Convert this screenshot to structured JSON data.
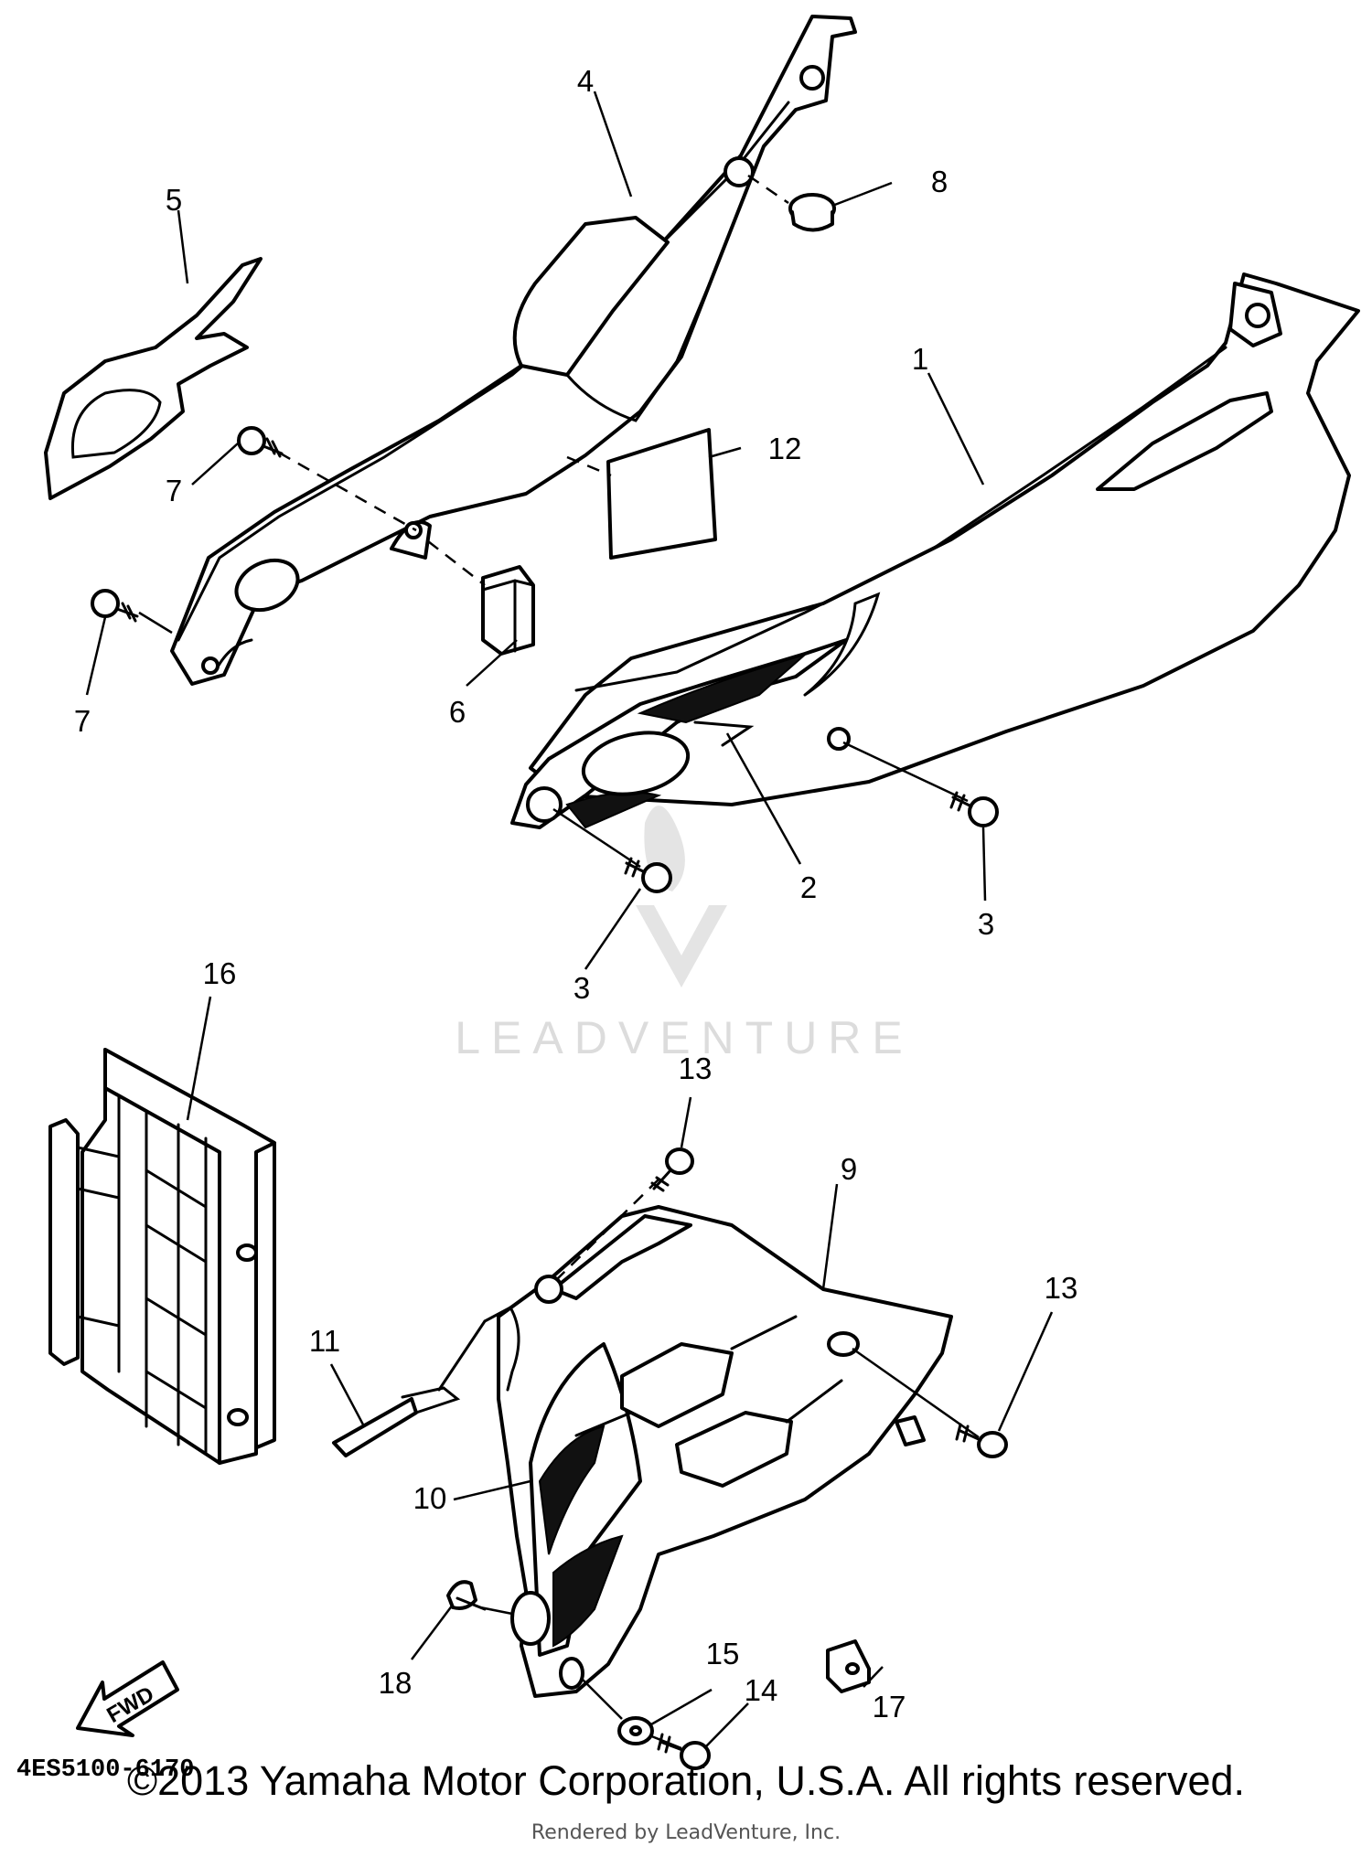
{
  "callouts": [
    {
      "id": "1",
      "label": "1"
    },
    {
      "id": "2",
      "label": "2"
    },
    {
      "id": "3a",
      "label": "3"
    },
    {
      "id": "3b",
      "label": "3"
    },
    {
      "id": "4",
      "label": "4"
    },
    {
      "id": "5",
      "label": "5"
    },
    {
      "id": "6",
      "label": "6"
    },
    {
      "id": "7a",
      "label": "7"
    },
    {
      "id": "7b",
      "label": "7"
    },
    {
      "id": "8",
      "label": "8"
    },
    {
      "id": "9",
      "label": "9"
    },
    {
      "id": "10",
      "label": "10"
    },
    {
      "id": "11",
      "label": "11"
    },
    {
      "id": "12",
      "label": "12"
    },
    {
      "id": "13a",
      "label": "13"
    },
    {
      "id": "13b",
      "label": "13"
    },
    {
      "id": "14",
      "label": "14"
    },
    {
      "id": "15",
      "label": "15"
    },
    {
      "id": "16",
      "label": "16"
    },
    {
      "id": "17",
      "label": "17"
    },
    {
      "id": "18",
      "label": "18"
    }
  ],
  "direction_marker": "FWD",
  "diagram_code": "4ES5100-6170",
  "watermark": "LEADVENTURE",
  "copyright": "©2013 Yamaha Motor Corporation, U.S.A. All rights reserved.",
  "rendered_by": "Rendered by LeadVenture, Inc."
}
